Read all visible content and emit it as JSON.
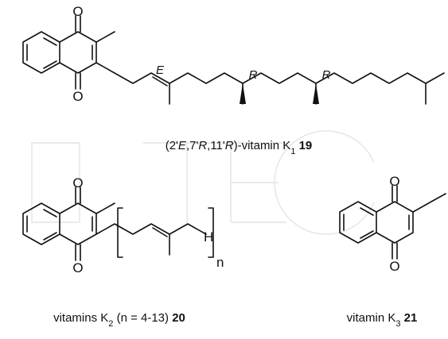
{
  "atoms": {
    "oxygen": "O",
    "hydrogen": "H",
    "repeat_index": "n"
  },
  "stereo_labels": {
    "double_bond": "E",
    "center_7": "R",
    "center_11": "R"
  },
  "captions": {
    "k1": {
      "prefix": "(2'",
      "e": "E",
      "mid1": ",7'",
      "r1": "R",
      "mid2": ",11'",
      "r2": "R",
      "rest": ")-vitamin K",
      "sub": "1",
      "num": "19"
    },
    "k2": {
      "text": "vitamins K",
      "sub": "2",
      "rest": " (n = 4-13) ",
      "num": "20"
    },
    "k3": {
      "text": "vitamin K",
      "sub": "3",
      "num": "21"
    }
  },
  "colors": {
    "ink": "#111111",
    "watermark": "#e4e4e4"
  }
}
